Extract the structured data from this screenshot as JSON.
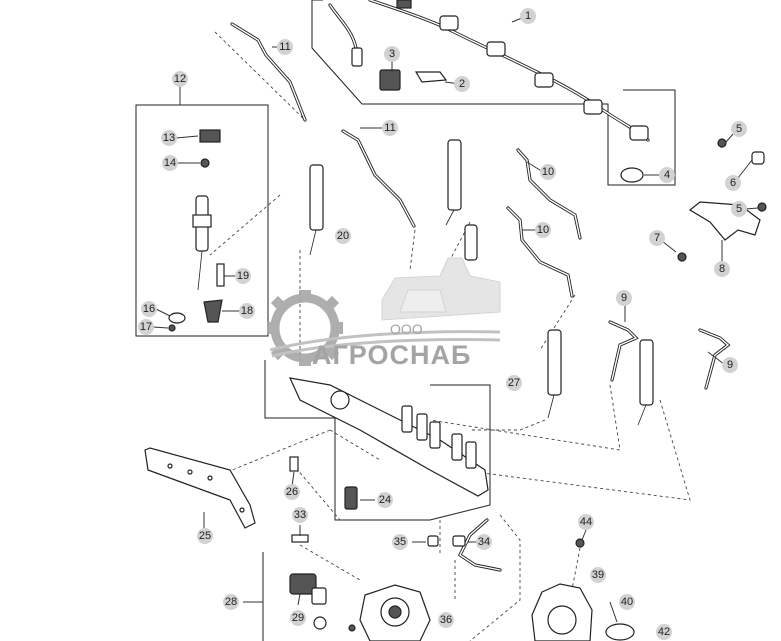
{
  "diagram": {
    "callouts": [
      "1",
      "2",
      "3",
      "4",
      "5",
      "5",
      "6",
      "7",
      "8",
      "9",
      "9",
      "10",
      "10",
      "11",
      "11",
      "12",
      "13",
      "14",
      "16",
      "17",
      "18",
      "19",
      "20",
      "24",
      "25",
      "26",
      "27",
      "28",
      "29",
      "33",
      "34",
      "35",
      "36",
      "39",
      "40",
      "42",
      "44"
    ]
  },
  "watermark": {
    "prefix": "ООО",
    "brand": "АГРОСНАБ",
    "logo_colors": {
      "gear": "#a6a6a6",
      "machine": "#e3e3e3",
      "text": "#9b9b9b"
    }
  },
  "colors": {
    "line": "#222222",
    "callout_fill": "#d2d2d2",
    "background": "#ffffff"
  }
}
